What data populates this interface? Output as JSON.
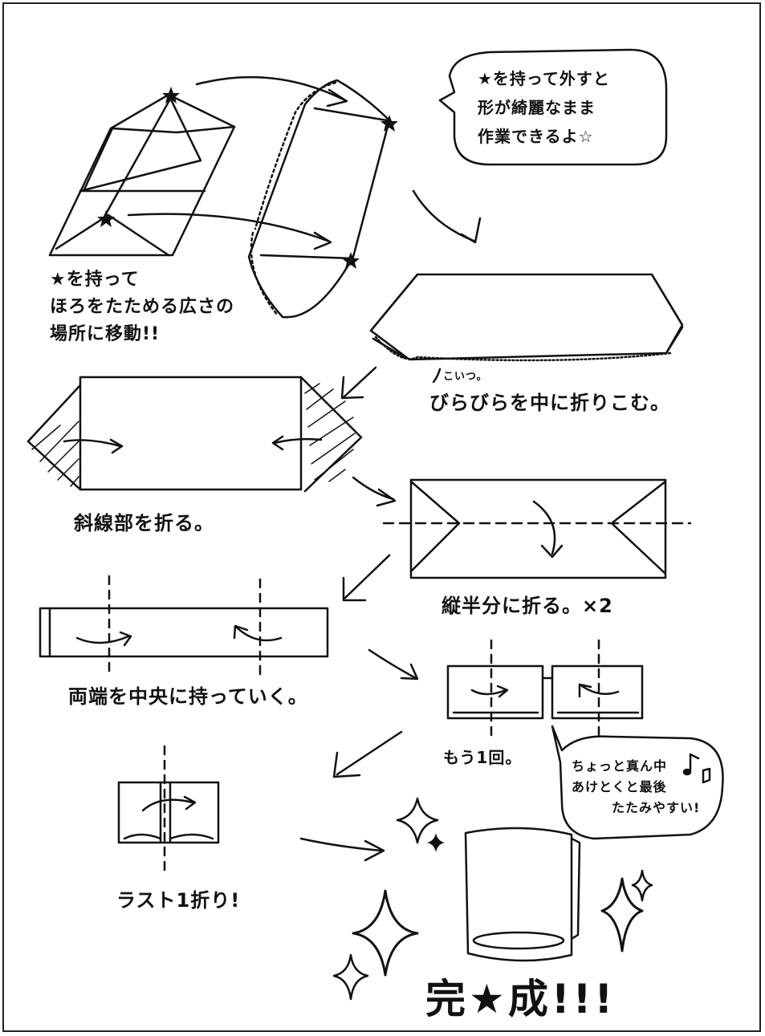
{
  "labels": {
    "step1": [
      "★を持って",
      "ほろをたためる広さの",
      "場所に移動!!"
    ],
    "bubble_top": [
      "★を持って外すと",
      "形が綺麗なまま",
      "作業できるよ☆"
    ],
    "step2_note": "こいつ。",
    "step2": "びらびらを中に折りこむ。",
    "step3": "斜線部を折る。",
    "step4": "縦半分に折る。×2",
    "step5": "両端を中央に持っていく。",
    "step6": "もう1回。",
    "bubble_bottom": [
      "ちょっと真ん中",
      "あけとくと最後",
      "たたみやすい!"
    ],
    "step7": "ラスト1折り!",
    "done": "完★成!!!"
  },
  "icons": [
    "star-icon",
    "arrow-icon",
    "sparkle-icon",
    "music-note-icon"
  ]
}
